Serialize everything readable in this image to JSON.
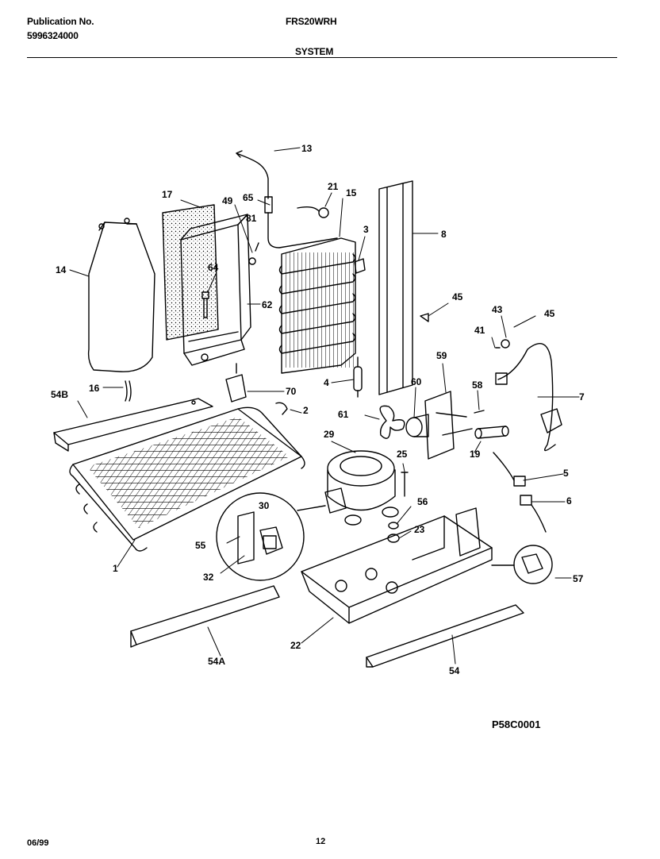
{
  "header": {
    "publication_label": "Publication No.",
    "publication_number": "5996324000",
    "model": "FRS20WRH",
    "section": "SYSTEM"
  },
  "callouts": {
    "c13": "13",
    "c17": "17",
    "c49": "49",
    "c65": "65",
    "c21": "21",
    "c15": "15",
    "c81": "81",
    "c3": "3",
    "c8": "8",
    "c14": "14",
    "c64": "64",
    "c62": "62",
    "c45a": "45",
    "c43": "43",
    "c45b": "45",
    "c41": "41",
    "c4": "4",
    "c16": "16",
    "c70": "70",
    "c59": "59",
    "c60": "60",
    "c58": "58",
    "c7": "7",
    "c54B": "54B",
    "c2": "2",
    "c61": "61",
    "c29": "29",
    "c19": "19",
    "c25": "25",
    "c5": "5",
    "c6": "6",
    "c30": "30",
    "c56": "56",
    "c23": "23",
    "c55": "55",
    "c1": "1",
    "c32": "32",
    "c57": "57",
    "c22": "22",
    "c54A": "54A",
    "c54": "54"
  },
  "drawing_code": "P58C0001",
  "footer": {
    "date": "06/99",
    "page": "12"
  }
}
